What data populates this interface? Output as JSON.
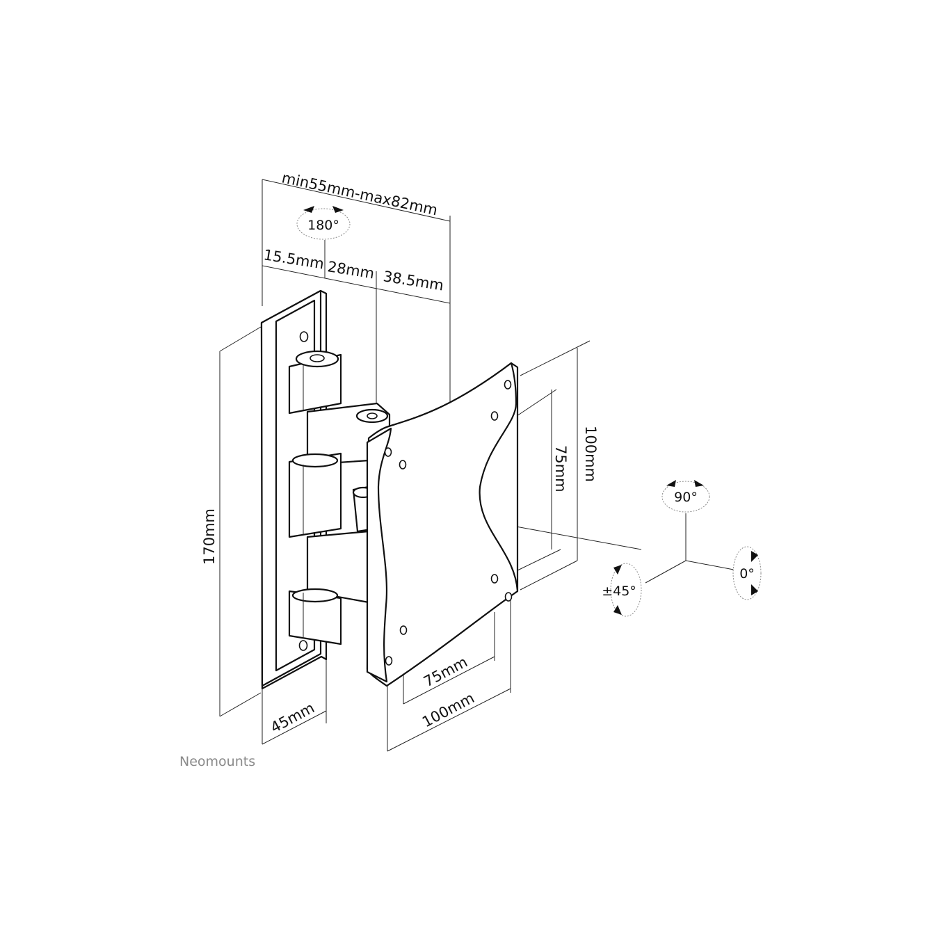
{
  "labels": {
    "total_depth": "min55mm-max82mm",
    "seg_1": "15.5mm",
    "seg_2": "28mm",
    "seg_3": "38.5mm",
    "height": "170mm",
    "width": "45mm",
    "vesa_h_small": "75mm",
    "vesa_h_large": "100mm",
    "vesa_v_small": "75mm",
    "vesa_v_large": "100mm"
  },
  "angles": {
    "swivel": "180°",
    "tilt": "90°",
    "rotate": "±45°",
    "level": "0°"
  },
  "brand": "Neomounts"
}
